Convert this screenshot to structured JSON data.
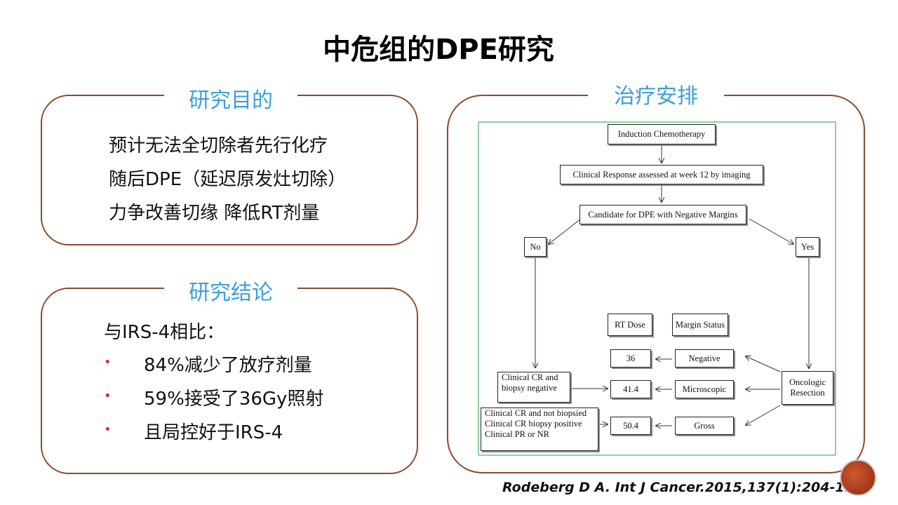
{
  "title": "中危组的DPE研究",
  "purpose": {
    "heading": "研究目的",
    "lines": [
      "预计无法全切除者先行化疗",
      "随后DPE（延迟原发灶切除）",
      "力争改善切缘  降低RT剂量"
    ]
  },
  "conclusion": {
    "heading": "研究结论",
    "intro": "与IRS-4相比：",
    "bullets": [
      "84%减少了放疗剂量",
      "59%接受了36Gy照射",
      "且局控好于IRS-4"
    ]
  },
  "treatment": {
    "heading": "治疗安排",
    "flow": {
      "induction": "Induction Chemotherapy",
      "response": "Clinical Response assessed at week 12 by imaging",
      "candidate": "Candidate for DPE with Negative Margins",
      "no": "No",
      "yes": "Yes",
      "rt_dose_header": "RT Dose",
      "margin_header": "Margin Status",
      "dose_36": "36",
      "dose_41": "41.4",
      "dose_50": "50.4",
      "negative": "Negative",
      "microscopic": "Microscopic",
      "gross": "Gross",
      "clinical_cr": [
        "Clinical CR and",
        "biopsy negative"
      ],
      "clinical_other": [
        "Clinical CR and not biopsied",
        "Clinical CR biopsy positive",
        "Clinical PR or NR"
      ],
      "resection": [
        "Oncologic",
        "Resection"
      ]
    }
  },
  "citation": "Rodeberg D A. Int J Cancer.2015,137(1):204-11.",
  "colors": {
    "box_border": "#8b4a2e",
    "heading": "#3aa0d8",
    "frame": "#8fd19e",
    "bullet": "#c0392b"
  },
  "logo_icon": "circle-logo-icon"
}
